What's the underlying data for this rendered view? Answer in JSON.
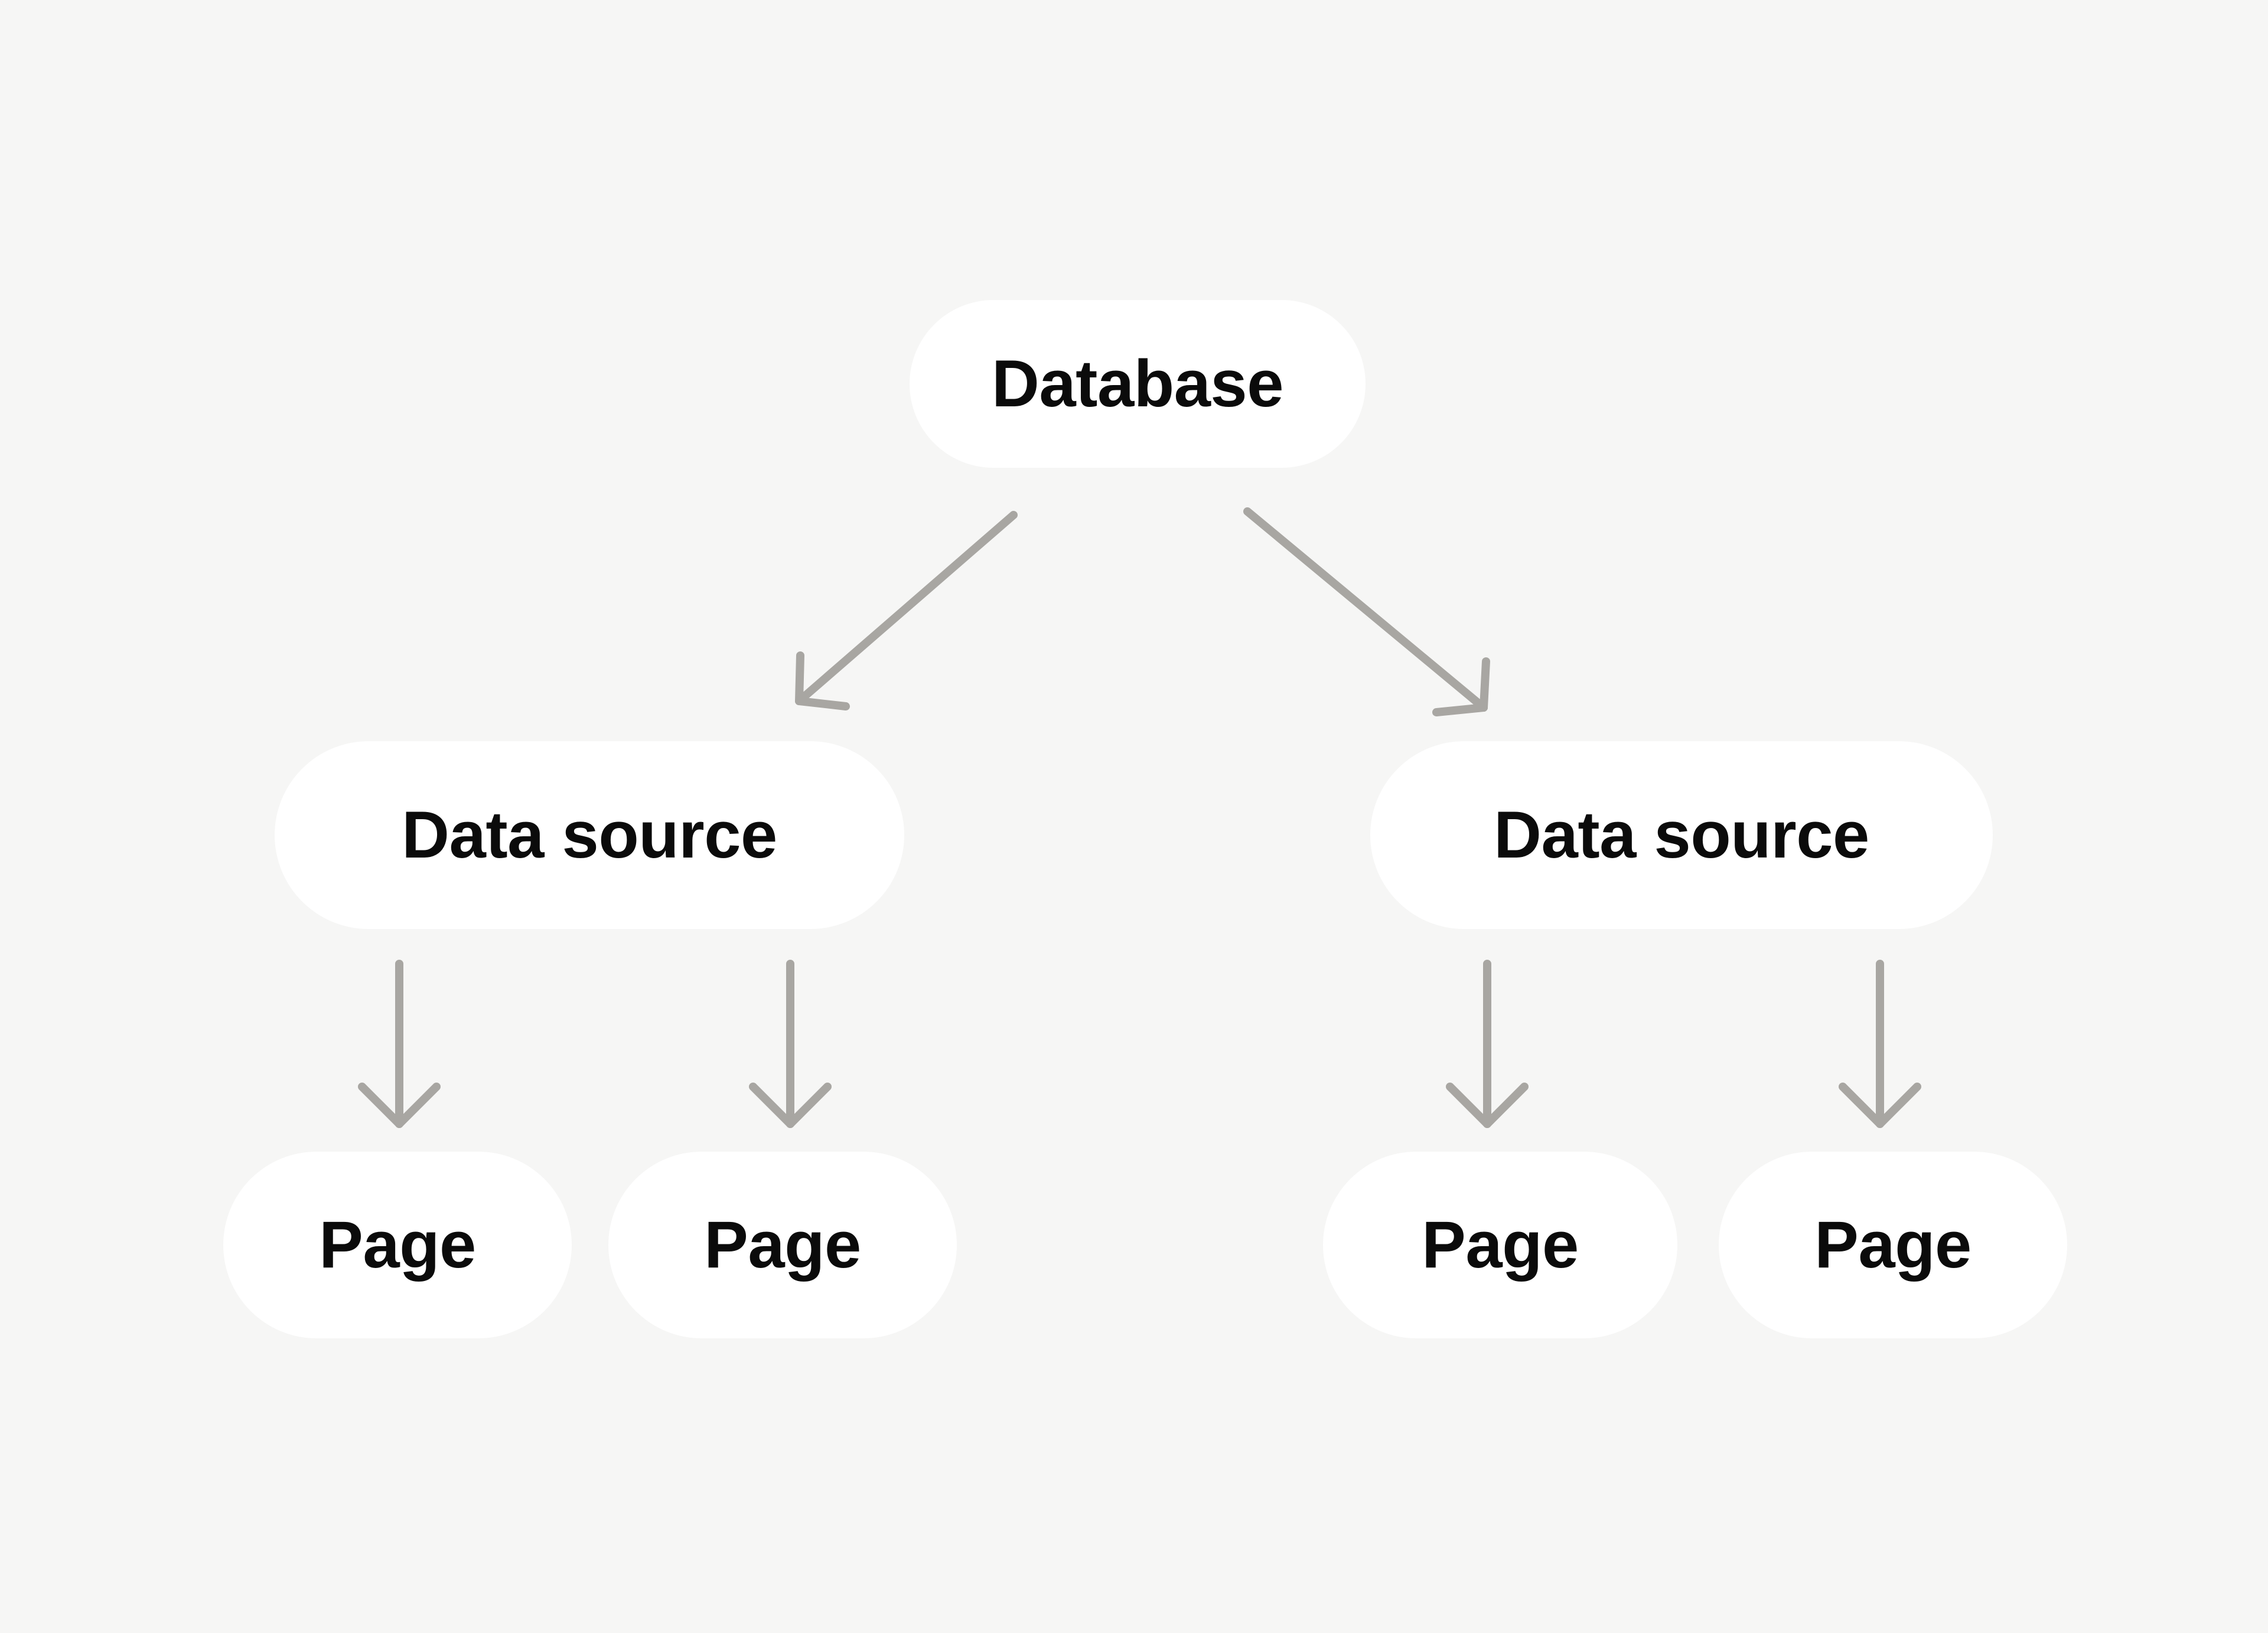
{
  "diagram": {
    "title": "Database to data sources to pages hierarchy",
    "background_color": "#f6f6f5",
    "node_fill_color": "#ffffff",
    "node_text_color": "#0b0b0b",
    "edge_color": "#a8a6a2",
    "edge_stroke_width": 14,
    "levels": [
      {
        "name": "root",
        "nodes": [
          {
            "id": "database",
            "label": "Database"
          }
        ]
      },
      {
        "name": "sources",
        "nodes": [
          {
            "id": "datasource-0",
            "label": "Data source"
          },
          {
            "id": "datasource-1",
            "label": "Data source"
          }
        ]
      },
      {
        "name": "pages",
        "nodes": [
          {
            "id": "page-0",
            "label": "Page"
          },
          {
            "id": "page-1",
            "label": "Page"
          },
          {
            "id": "page-2",
            "label": "Page"
          },
          {
            "id": "page-3",
            "label": "Page"
          }
        ]
      }
    ],
    "edges": [
      {
        "id": "edge-database-datasource-0",
        "from": "database",
        "to": "datasource-0",
        "direction": "diagonal-down-left",
        "arrowhead": "chevron"
      },
      {
        "id": "edge-database-datasource-1",
        "from": "database",
        "to": "datasource-1",
        "direction": "diagonal-down-right",
        "arrowhead": "chevron"
      },
      {
        "id": "edge-datasource-0-page-0",
        "from": "datasource-0",
        "to": "page-0",
        "direction": "down",
        "arrowhead": "chevron"
      },
      {
        "id": "edge-datasource-0-page-1",
        "from": "datasource-0",
        "to": "page-1",
        "direction": "down",
        "arrowhead": "chevron"
      },
      {
        "id": "edge-datasource-1-page-2",
        "from": "datasource-1",
        "to": "page-2",
        "direction": "down",
        "arrowhead": "chevron"
      },
      {
        "id": "edge-datasource-1-page-3",
        "from": "datasource-1",
        "to": "page-3",
        "direction": "down",
        "arrowhead": "chevron"
      }
    ]
  }
}
